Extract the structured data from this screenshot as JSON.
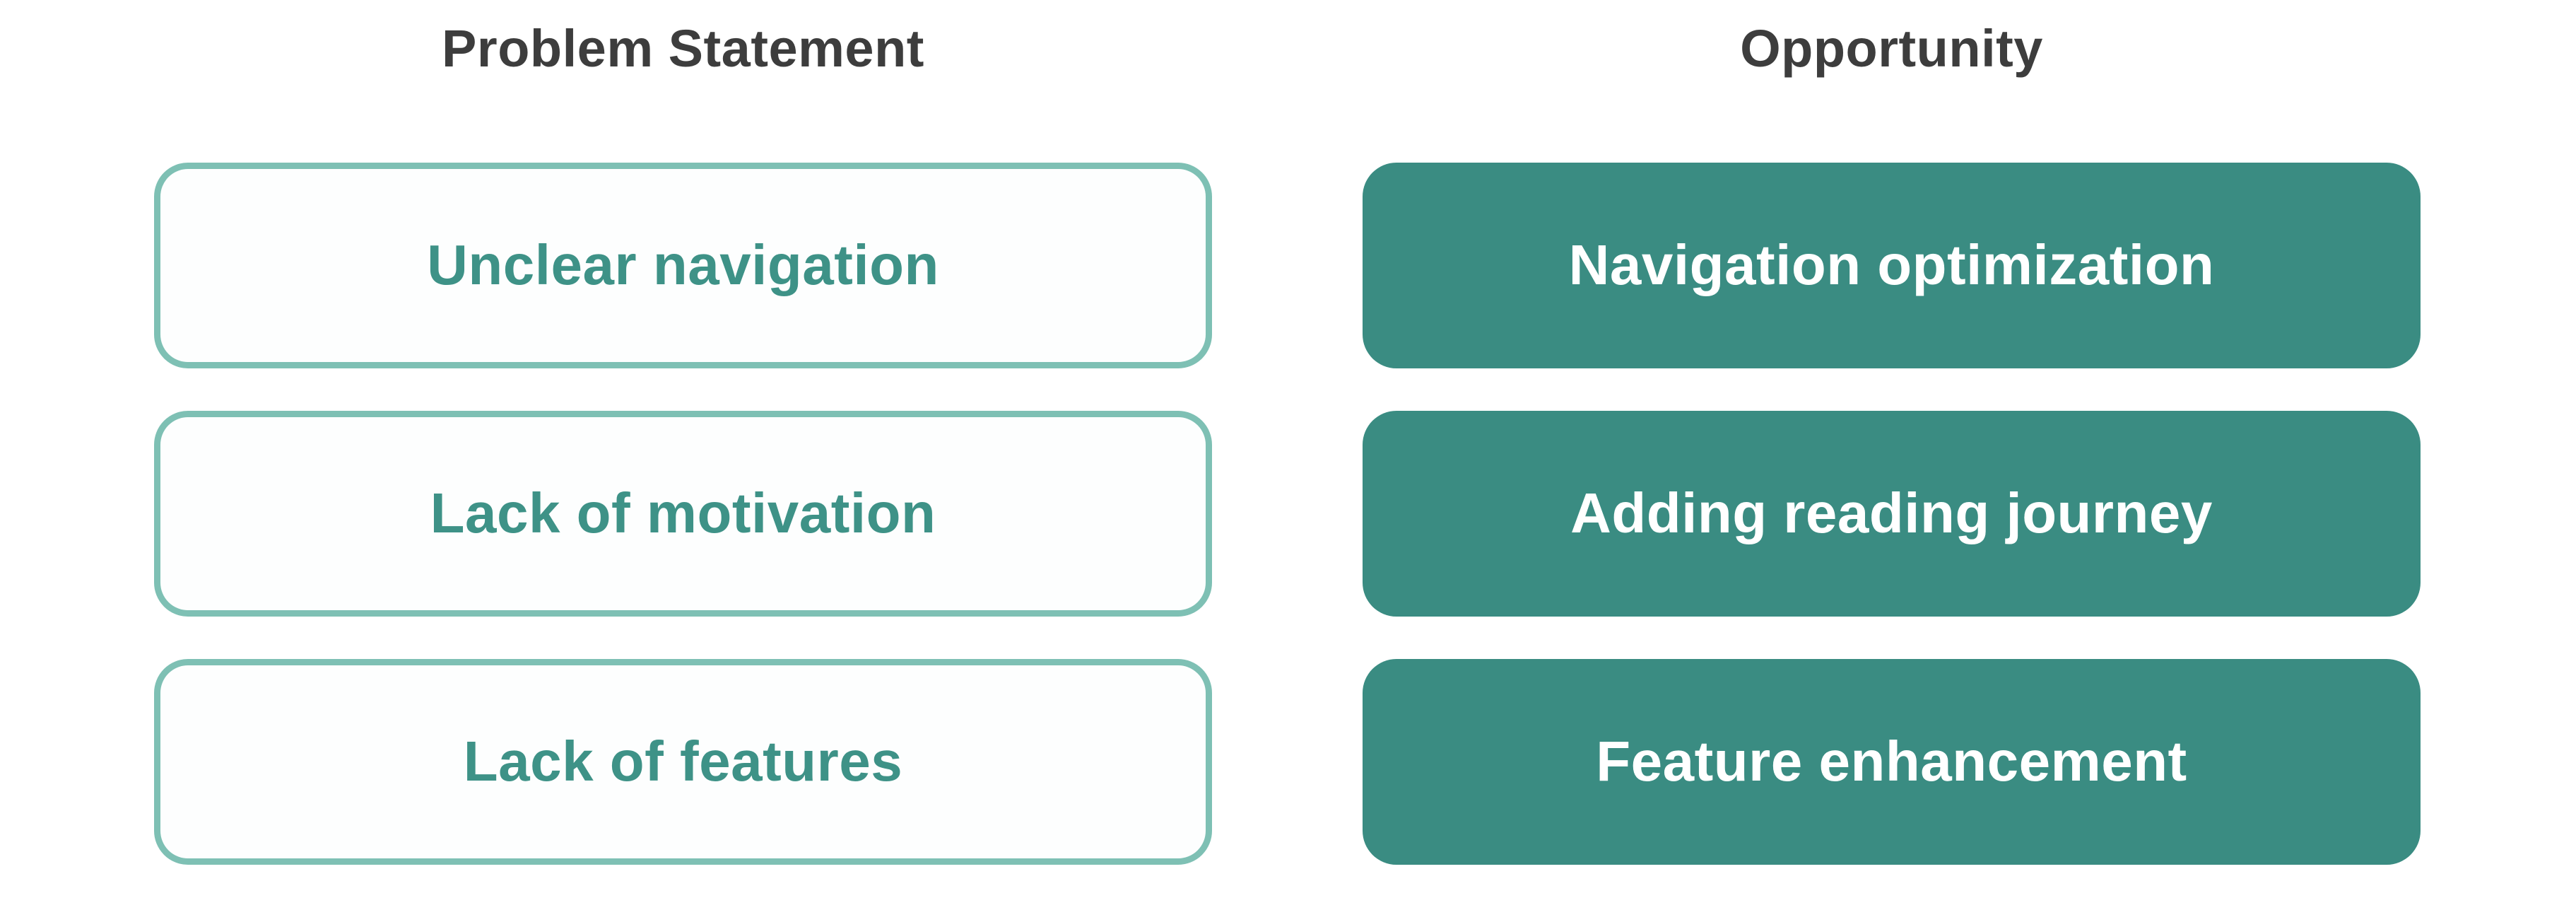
{
  "diagram": {
    "columns": [
      {
        "title": "Problem Statement",
        "style": "outline",
        "items": [
          "Unclear navigation",
          "Lack of motivation",
          "Lack of features"
        ]
      },
      {
        "title": "Opportunity",
        "style": "filled",
        "items": [
          "Navigation optimization",
          "Adding reading journey",
          "Feature enhancement"
        ]
      }
    ],
    "colors": {
      "teal_fill": "#3A8C82",
      "teal_border": "#7EC0B4",
      "teal_text": "#3E9287",
      "title_text": "#3D3D3D",
      "card_bg": "#FDFEFE",
      "page_bg": "#FFFFFF",
      "filled_text": "#FFFFFF"
    }
  }
}
